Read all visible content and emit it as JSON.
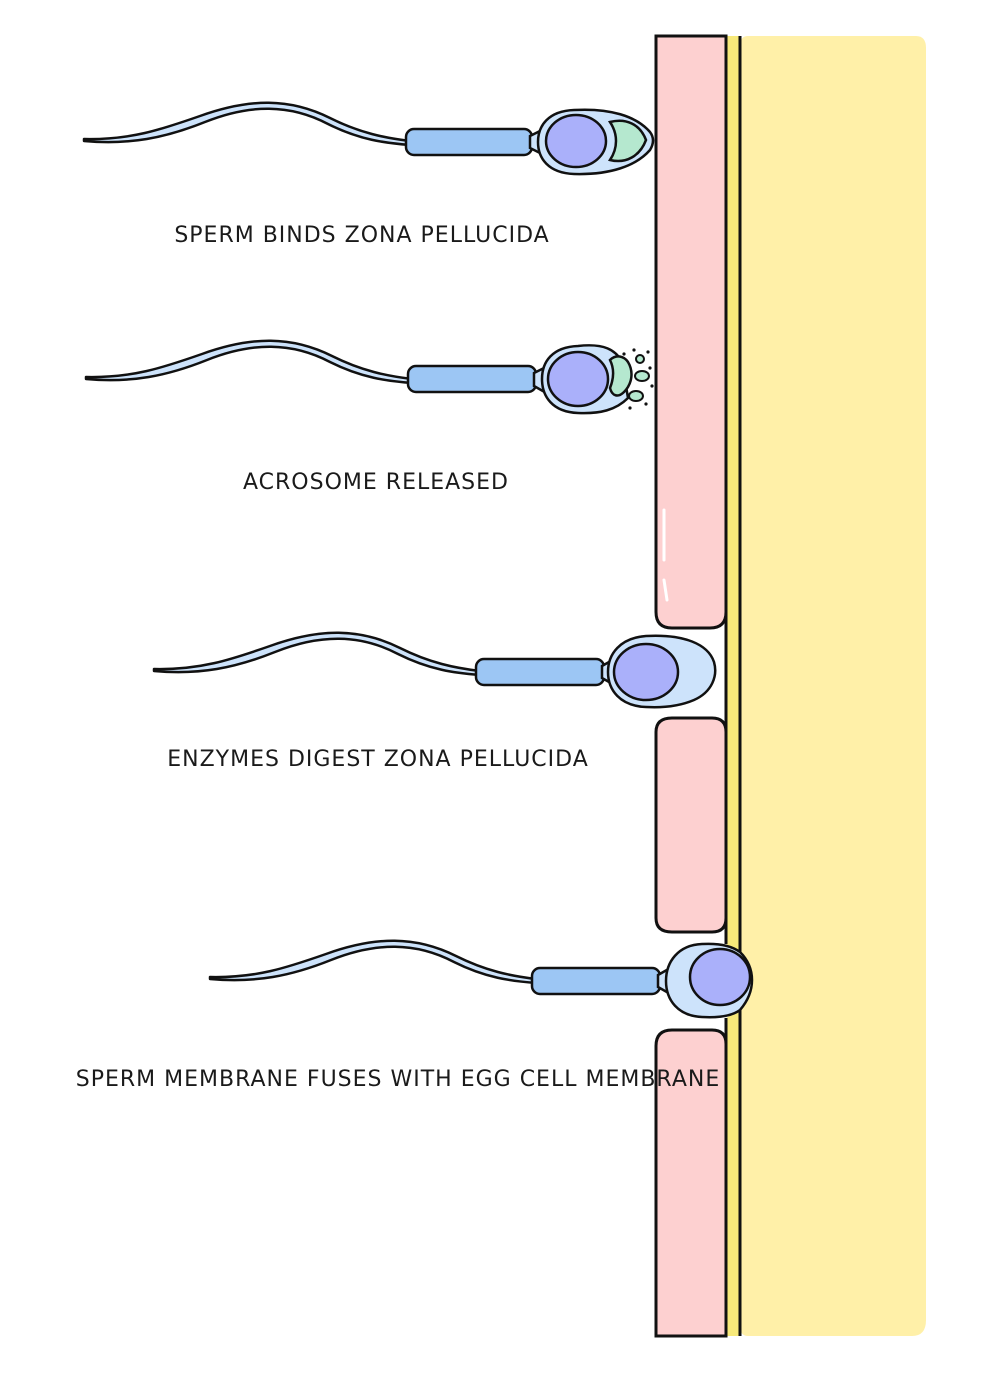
{
  "colors": {
    "outline": "#111111",
    "zona": "#fdd0d0",
    "membrane": "#f7e97a",
    "egg": "#fff0a8",
    "sperm_body": "#cde3fb",
    "midpiece": "#9cc6f4",
    "nucleus": "#aab0fa",
    "acrosome": "#b5e8cf"
  },
  "steps": [
    {
      "caption": "SPERM BINDS  ZONA PELLUCIDA",
      "acrosome": "intact"
    },
    {
      "caption": "ACROSOME  RELEASED",
      "acrosome": "released"
    },
    {
      "caption": "ENZYMES  DIGEST  ZONA PELLUCIDA",
      "acrosome": "none"
    },
    {
      "caption": "SPERM  MEMBRANE  FUSES  WITH  EGG  CELL  MEMBRANE",
      "acrosome": "none"
    }
  ]
}
